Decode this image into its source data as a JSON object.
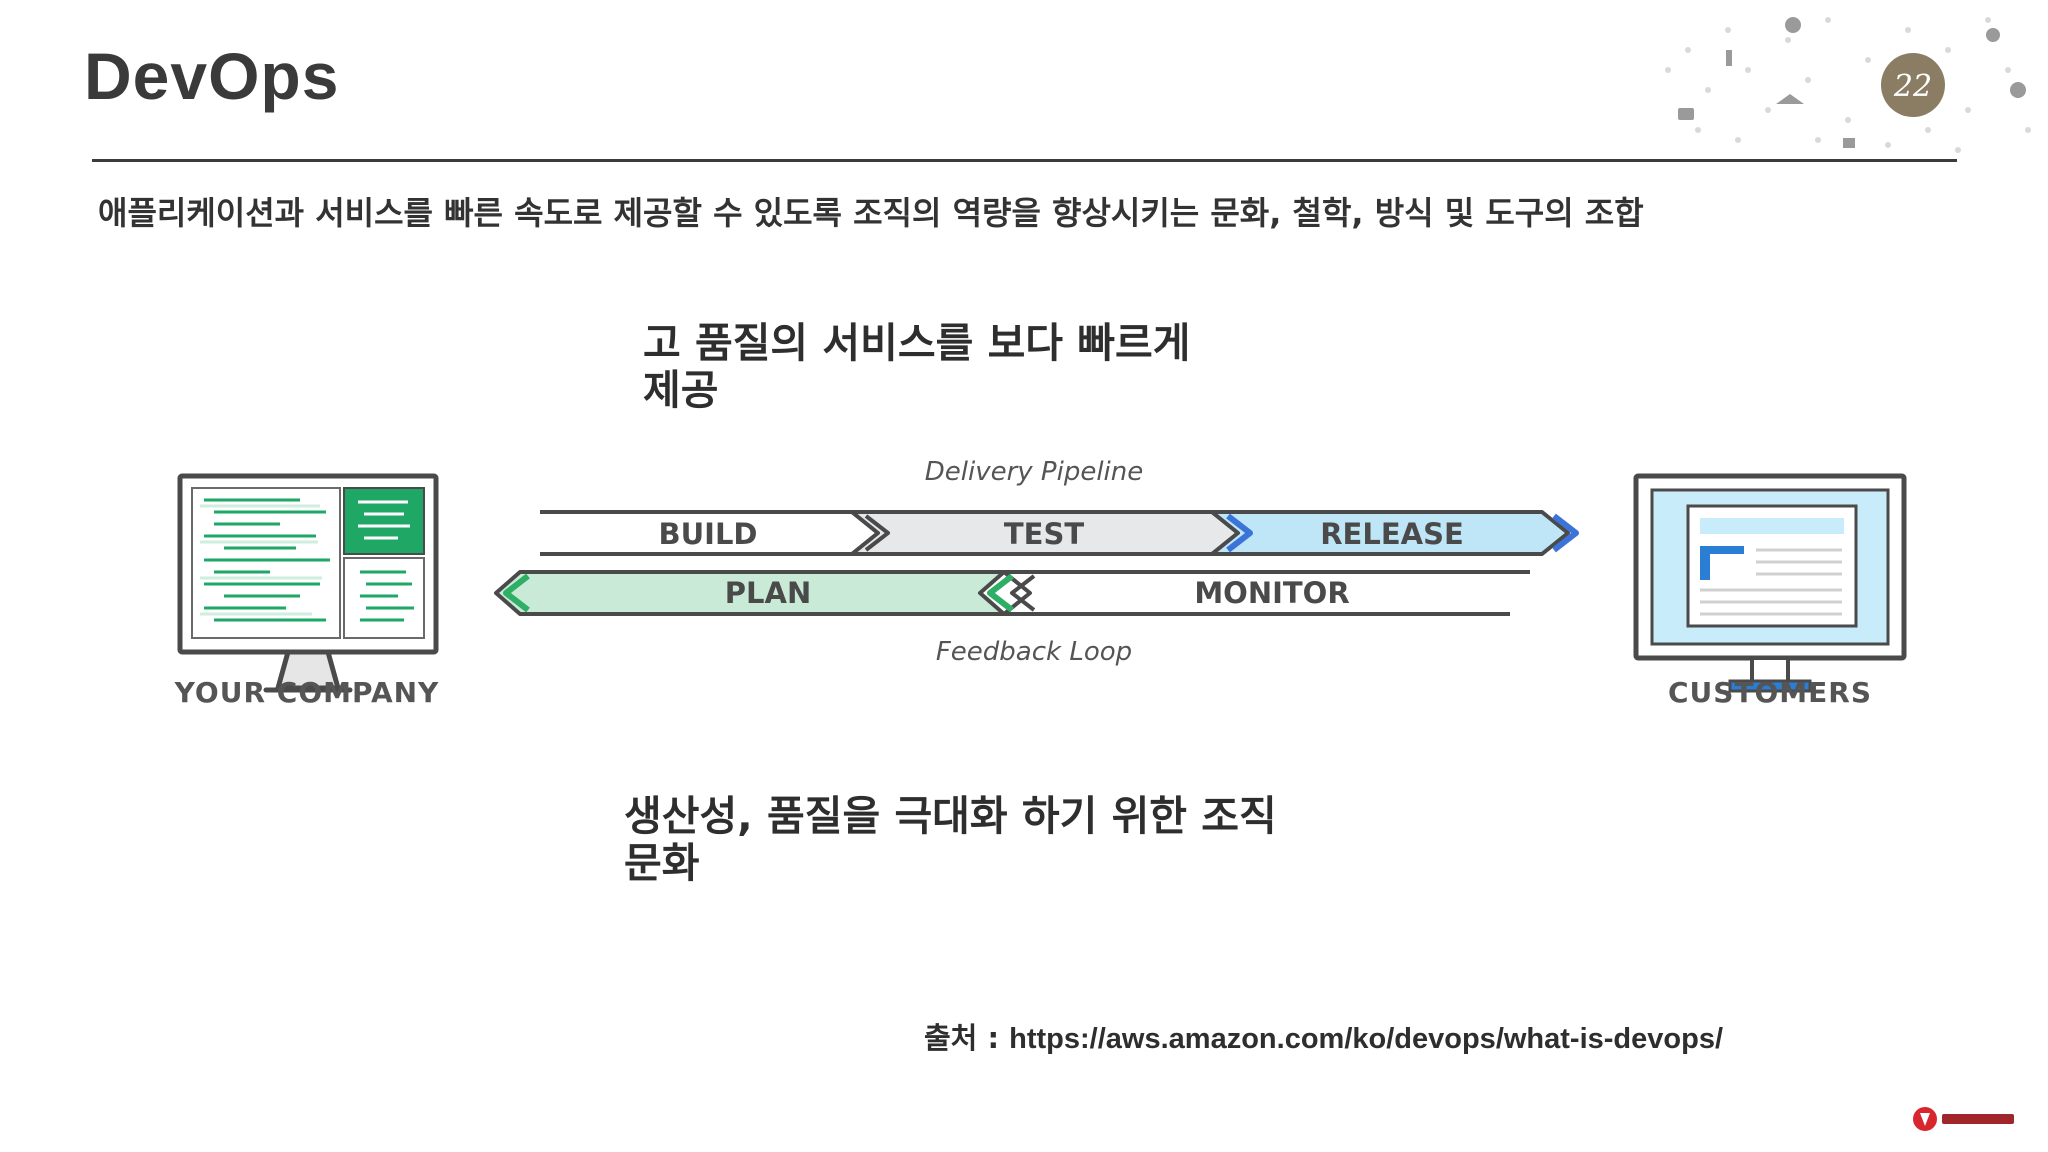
{
  "slide": {
    "title": "DevOps",
    "subtitle": "애플리케이션과 서비스를 빠른 속도로 제공할 수 있도록 조직의 역량을 향상시키는 문화, 철학, 방식 및 도구의 조합",
    "heading_top_line1": "고 품질의 서비스를 보다 빠르게",
    "heading_top_line2": "제공",
    "heading_bottom_line1": "생산성, 품질을 극대화 하기 위한 조직",
    "heading_bottom_line2": "문화",
    "source_prefix": "출처 : ",
    "source_url": "https://aws.amazon.com/ko/devops/what-is-devops/"
  },
  "corner_badge": {
    "text": "22"
  },
  "diagram": {
    "delivery_label": "Delivery Pipeline",
    "feedback_label": "Feedback Loop",
    "left_label": "YOUR COMPANY",
    "right_label": "CUSTOMERS",
    "stages": {
      "build": "BUILD",
      "test": "TEST",
      "release": "RELEASE",
      "plan": "PLAN",
      "monitor": "MONITOR"
    },
    "colors": {
      "outline": "#4a4a4a",
      "test_fill": "#e6e8ea",
      "release_fill": "#bfe6f7",
      "release_arrow": "#3b73d9",
      "plan_fill": "#c8ead6",
      "plan_arrow": "#2fae66",
      "code_green": "#1fa865",
      "screen_blue": "#c9ecfa",
      "doc_blue": "#2a7fd4"
    }
  }
}
